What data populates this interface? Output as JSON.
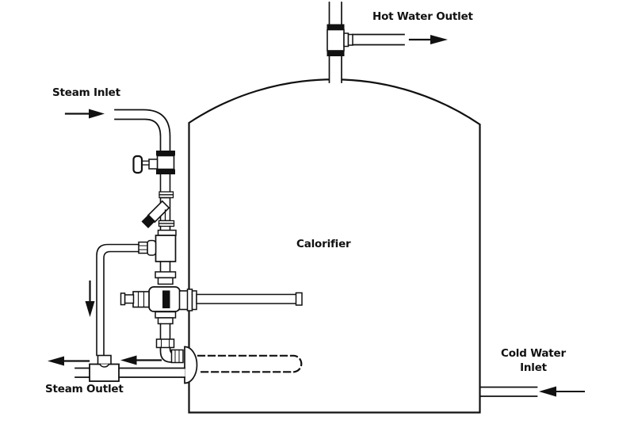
{
  "diagram": {
    "type": "piping-schematic",
    "title": "Calorifier",
    "colors": {
      "background": "#ffffff",
      "line": "#111111",
      "text": "#111111"
    },
    "labels": {
      "steam_inlet": "Steam Inlet",
      "hot_water_outlet": "Hot Water Outlet",
      "calorifier": "Calorifier",
      "steam_outlet": "Steam Outlet",
      "cold_water_line1": "Cold Water",
      "cold_water_line2": "Inlet"
    },
    "flow_arrows": [
      {
        "name": "steam-inlet-flow",
        "direction": "right"
      },
      {
        "name": "hot-water-outlet-flow",
        "direction": "right"
      },
      {
        "name": "control-line-flow",
        "direction": "down"
      },
      {
        "name": "steam-outlet-flow",
        "direction": "left"
      },
      {
        "name": "condensate-flow",
        "direction": "left"
      },
      {
        "name": "cold-water-inlet-flow",
        "direction": "left"
      }
    ],
    "components": [
      "calorifier-tank",
      "steam-inlet-pipe",
      "isolation-valve",
      "y-strainer",
      "branch-tee",
      "small-bore-trap-pipe",
      "temperature-control-valve",
      "temperature-sensor-probe",
      "heating-coil",
      "coil-flange",
      "steam-trap",
      "steam-outlet-pipe",
      "hot-water-outlet-tee",
      "hot-water-outlet-pipe",
      "cold-water-inlet-pipe"
    ]
  }
}
